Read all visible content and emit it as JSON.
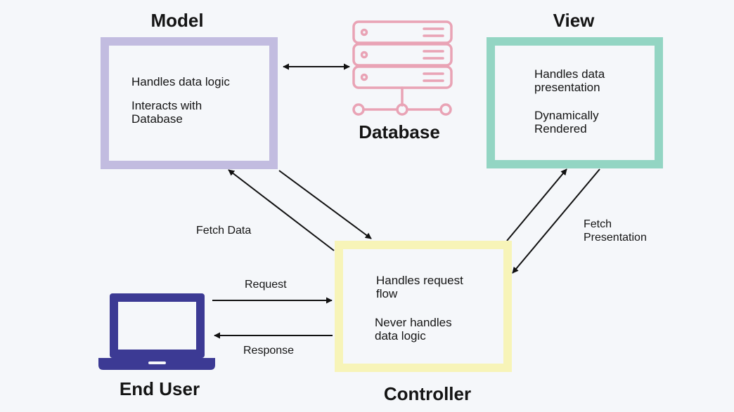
{
  "model": {
    "title": "Model",
    "line1": "Handles data logic",
    "line2": "Interacts with\nDatabase",
    "color": "#c2bce0"
  },
  "view": {
    "title": "View",
    "line1": "Handles data\npresentation",
    "line2": "Dynamically\nRendered",
    "color": "#93d5c3"
  },
  "controller": {
    "title": "Controller",
    "line1": "Handles request\nflow",
    "line2": "Never handles\ndata logic",
    "color": "#f7f4b8"
  },
  "database": {
    "title": "Database",
    "icon": "server-database-icon",
    "color": "#e9a3b5"
  },
  "end_user": {
    "title": "End User",
    "icon": "laptop-icon",
    "color": "#3c3a94"
  },
  "labels": {
    "fetch_data": "Fetch Data",
    "fetch_presentation": "Fetch\nPresentation",
    "request": "Request",
    "response": "Response"
  }
}
